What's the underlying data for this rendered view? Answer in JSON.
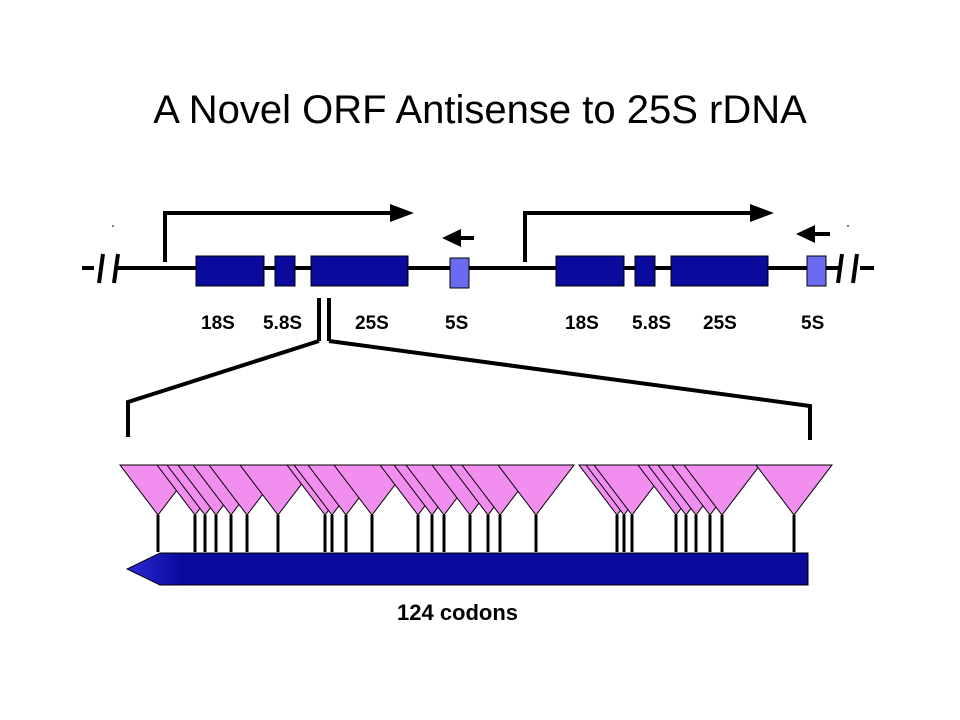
{
  "title": "A Novel ORF Antisense to 25S rDNA",
  "colors": {
    "gene_block": "#0a0a9c",
    "gene_5s": "#6b6bf0",
    "orf_bar": "#0a0a9c",
    "orf_tip": "#2b2bd8",
    "triangle_fill": "#f28ef0",
    "line": "#000000",
    "background": "#ffffff"
  },
  "repeat_units": [
    {
      "genes": [
        "18S",
        "5.8S",
        "25S",
        "5S"
      ]
    },
    {
      "genes": [
        "18S",
        "5.8S",
        "25S",
        "5S"
      ]
    }
  ],
  "orf": {
    "label": "124 codons",
    "direction": "leftward",
    "site_count": 27
  },
  "icons": {
    "transcript_arrow": "arrow-right-icon",
    "five_s_arrow": "arrow-left-icon",
    "break_marks": "double-slash-icon"
  }
}
